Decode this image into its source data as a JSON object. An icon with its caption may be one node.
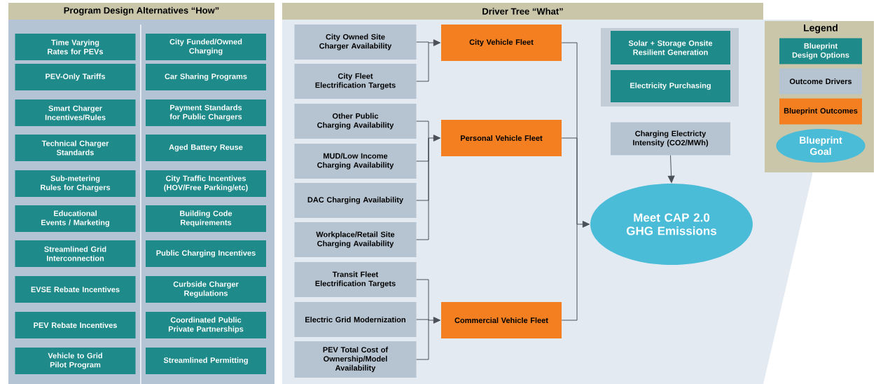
{
  "diagram": {
    "nodes": [
      {
        "text": [
          "Program Design Alternatives “How”"
        ]
      },
      {
        "text": [
          "Time Varying Rates for PEVs"
        ],
        "in": 0
      },
      {
        "text": [
          "City Funded/Owned Charging"
        ],
        "in": 0
      },
      {
        "text": [
          "PEV-Only Tariffs"
        ],
        "in": 0
      },
      {
        "text": [
          "Car Sharing Programs"
        ],
        "in": 0
      },
      {
        "text": [
          "Smart Charger Incentives/Rules"
        ],
        "in": 0
      },
      {
        "text": [
          "Payment Standards for Public Chargers"
        ],
        "in": 0
      },
      {
        "text": [
          "Technical Charger Standards"
        ],
        "in": 0
      },
      {
        "text": [
          "Aged Battery Reuse"
        ],
        "in": 0
      },
      {
        "text": [
          "Sub-metering Rules for Chargers"
        ],
        "in": 0
      },
      {
        "text": [
          "City Traffic Incentives (HOV/Free Parking/etc)"
        ],
        "in": 0
      },
      {
        "text": [
          "Educational Events / Marketing"
        ],
        "in": 0
      },
      {
        "text": [
          "Building Code Requirements"
        ],
        "in": 0
      },
      {
        "text": [
          "Streamlined Grid Interconnection"
        ],
        "in": 0
      },
      {
        "text": [
          "Public Charging Incentives"
        ],
        "in": 0
      },
      {
        "text": [
          "EVSE Rebate Incentives"
        ],
        "in": 0
      },
      {
        "text": [
          "Curbside Charger Regulations"
        ],
        "in": 0
      },
      {
        "text": [
          "PEV Rebate Incentives"
        ],
        "in": 0
      },
      {
        "text": [
          "Coordinated Public Private Partnerships"
        ],
        "in": 0
      },
      {
        "text": [
          "Vehicle to Grid Pilot Program"
        ],
        "in": 0
      },
      {
        "text": [
          "Streamlined Permitting"
        ],
        "in": 0
      },
      {
        "text": [
          "Driver Tree “What”"
        ]
      },
      {
        "text": [
          "City Owned Site Charger Availability"
        ],
        "in": 21
      },
      {
        "text": [
          "City Fleet Electrification Targets"
        ],
        "in": 21
      },
      {
        "text": [
          "Other Public Charging Availability"
        ],
        "in": 21
      },
      {
        "text": [
          "MUD/Low Income Charging Availability"
        ],
        "in": 21
      },
      {
        "text": [
          "DAC Charging Availability"
        ],
        "in": 21
      },
      {
        "text": [
          "Workplace/Retail Site Charging Availability"
        ],
        "in": 21
      },
      {
        "text": [
          "Transit Fleet Electrification Targets"
        ],
        "in": 21
      },
      {
        "text": [
          "Electric Grid Modernization"
        ],
        "in": 21
      },
      {
        "text": [
          "PEV Total Cost of Ownership/Model Availability"
        ],
        "in": 21
      },
      {
        "text": [
          "City Vehicle Fleet"
        ],
        "in": 21
      },
      {
        "text": [
          "Personal Vehicle Fleet"
        ],
        "in": 21
      },
      {
        "text": [
          "Commercial Vehicle Fleet"
        ],
        "in": 21
      },
      {
        "text": [],
        "shape": "box",
        "in": 21
      },
      {
        "text": [
          "Solar + Storage Onsite Resilient Generation"
        ],
        "in": 34
      },
      {
        "text": [
          "Electricity Purchasing"
        ],
        "in": 34
      },
      {
        "text": [
          "Charging Electricty Intensity (CO2/MWh)"
        ],
        "in": 21
      },
      {
        "text": [
          "Meet CAP 2.0 GHG Emissions"
        ],
        "in": 21
      }
    ],
    "edges": [
      {
        "from": 22,
        "to": 31,
        "arrow": "to"
      },
      {
        "from": 23,
        "to": 31,
        "arrow": "to"
      },
      {
        "from": 24,
        "to": 32,
        "arrow": "to"
      },
      {
        "from": 25,
        "to": 32,
        "arrow": "to"
      },
      {
        "from": 26,
        "to": 32,
        "arrow": "to"
      },
      {
        "from": 27,
        "to": 32,
        "arrow": "to"
      },
      {
        "from": 28,
        "to": 33,
        "arrow": "to"
      },
      {
        "from": 29,
        "to": 33,
        "arrow": "to"
      },
      {
        "from": 30,
        "to": 33,
        "arrow": "to"
      },
      {
        "from": 31,
        "to": 38,
        "arrow": "to"
      },
      {
        "from": 32,
        "to": 38,
        "arrow": "to"
      },
      {
        "from": 33,
        "to": 38,
        "arrow": "to"
      },
      {
        "from": 37,
        "to": 38,
        "arrow": "to"
      }
    ],
    "labels": [
      "Legend"
    ],
    "legend": [
      {
        "text": "Blueprint Design Options",
        "color": "#1f8a8a"
      },
      {
        "text": "Outcome Drivers",
        "color": "#b6c4d2"
      },
      {
        "text": "Blueprint Outcomes",
        "color": "#f47f20"
      },
      {
        "text": "Blueprint Goal",
        "color": "#4bbcd8"
      }
    ]
  }
}
